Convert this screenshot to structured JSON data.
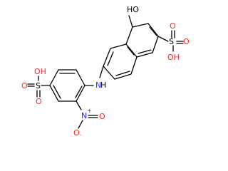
{
  "molecule": {
    "atom_labels": {
      "hydroxyl_top": "HO",
      "sulfonic_right_s": "S",
      "sulfonic_right_o_top": "O",
      "sulfonic_right_o_left": "O",
      "sulfonic_right_oh": "OH",
      "amine_nh": "N",
      "amine_h": "H",
      "sulfonic_left_oh": "OH",
      "sulfonic_left_s": "S",
      "sulfonic_left_o_left": "O",
      "sulfonic_left_o_bottom": "O",
      "nitro_n": "N",
      "nitro_plus": "+",
      "nitro_o_right": "O",
      "nitro_o_bottom": "O",
      "nitro_minus": "-"
    }
  }
}
